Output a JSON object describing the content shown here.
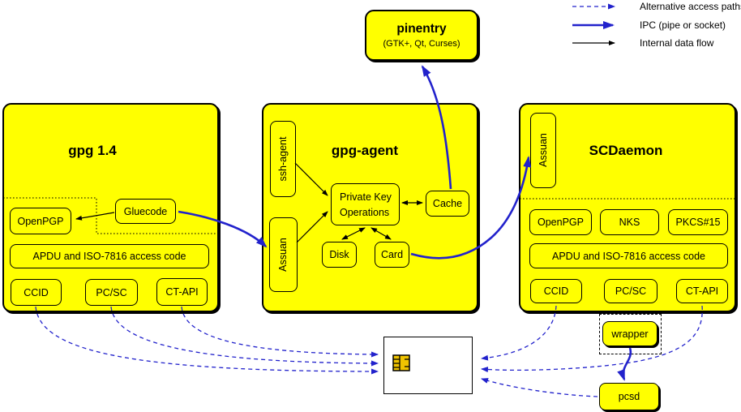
{
  "colors": {
    "box_yellow": "#ffff00",
    "blue": "#2222cc",
    "chip_gold": "#f0c400"
  },
  "legend": {
    "alt_label": "Alternative access paths",
    "ipc_label": "IPC (pipe or socket)",
    "flow_label": "Internal data flow"
  },
  "pinentry": {
    "title": "pinentry",
    "subtitle": "(GTK+, Qt, Curses)"
  },
  "gpg14": {
    "title": "gpg 1.4",
    "gluecode": "Gluecode",
    "openpgp": "OpenPGP",
    "apdu": "APDU and ISO-7816 access code",
    "ccid": "CCID",
    "pcsc": "PC/SC",
    "ctapi": "CT-API"
  },
  "gpg_agent": {
    "title": "gpg-agent",
    "ssh_agent": "ssh-agent",
    "assuan": "Assuan",
    "private_key_ops_line1": "Private Key",
    "private_key_ops_line2": "Operations",
    "cache": "Cache",
    "disk": "Disk",
    "card": "Card"
  },
  "scdaemon": {
    "title": "SCDaemon",
    "assuan": "Assuan",
    "openpgp": "OpenPGP",
    "nks": "NKS",
    "pkcs15": "PKCS#15",
    "apdu": "APDU and ISO-7816 access code",
    "ccid": "CCID",
    "pcsc": "PC/SC",
    "ctapi": "CT-API"
  },
  "peripherals": {
    "wrapper": "wrapper",
    "pcsd": "pcsd"
  }
}
